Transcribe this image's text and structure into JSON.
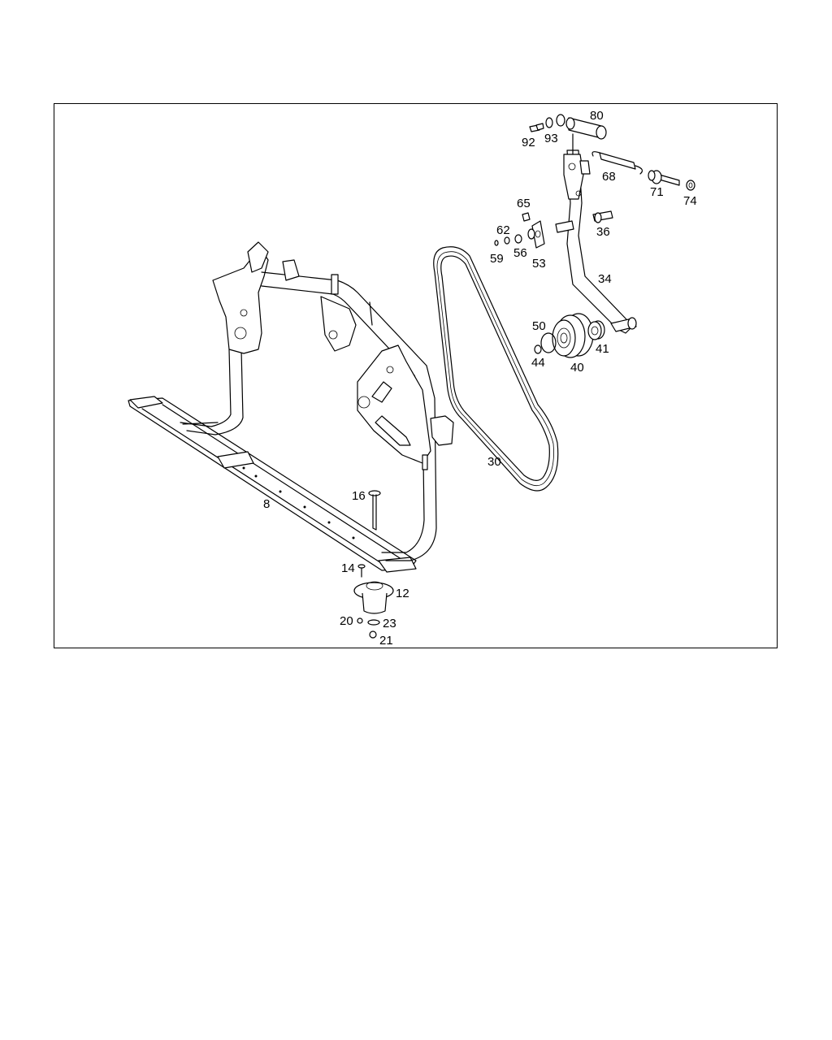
{
  "diagram": {
    "labels": {
      "p8": "8",
      "p12": "12",
      "p14": "14",
      "p16": "16",
      "p20": "20",
      "p21": "21",
      "p23": "23",
      "p30": "30",
      "p34": "34",
      "p36": "36",
      "p40": "40",
      "p41": "41",
      "p44": "44",
      "p50": "50",
      "p53": "53",
      "p56": "56",
      "p59": "59",
      "p62": "62",
      "p65": "65",
      "p68": "68",
      "p71": "71",
      "p74": "74",
      "p80": "80",
      "p92": "92",
      "p93": "93"
    }
  }
}
